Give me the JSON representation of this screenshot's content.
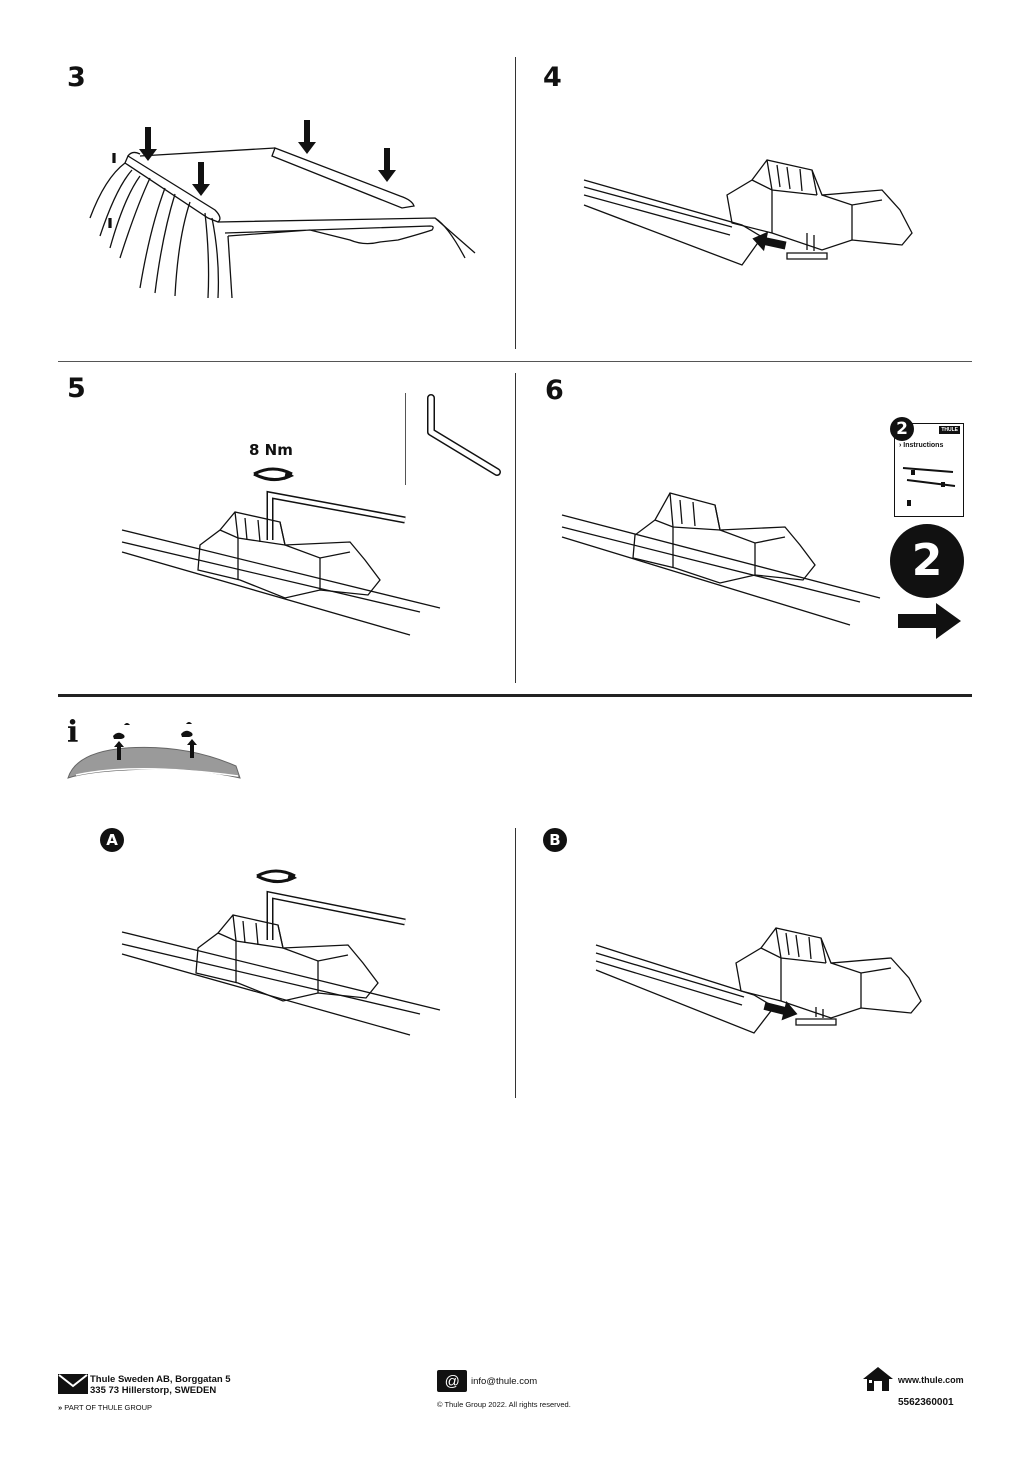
{
  "steps": {
    "s3": "3",
    "s4": "4",
    "s5": "5",
    "s6": "6"
  },
  "step5": {
    "torque": "8 Nm"
  },
  "step6": {
    "booklet_number": "2",
    "booklet_brand": "THULE",
    "booklet_label": "Instructions",
    "next_number": "2"
  },
  "info": {
    "icon_letter": "i"
  },
  "variants": {
    "a": "A",
    "b": "B"
  },
  "footer": {
    "address_line1": "Thule Sweden AB, Borggatan 5",
    "address_line2": "335 73 Hillerstorp, SWEDEN",
    "group_label": "PART OF THULE GROUP",
    "email": "info@thule.com",
    "copyright": "© Thule Group 2022. All rights reserved.",
    "website": "www.thule.com",
    "doc_number": "5562360001"
  },
  "colors": {
    "ink": "#111111",
    "rule": "#555555",
    "road_grey": "#9a9a9a"
  },
  "icons": [
    "down-arrow-icon",
    "left-arrow-icon",
    "rotate-arrow-icon",
    "hex-key-icon",
    "right-arrow-icon",
    "info-icon",
    "mail-icon",
    "at-sign-icon",
    "home-icon",
    "double-chevron-icon"
  ]
}
